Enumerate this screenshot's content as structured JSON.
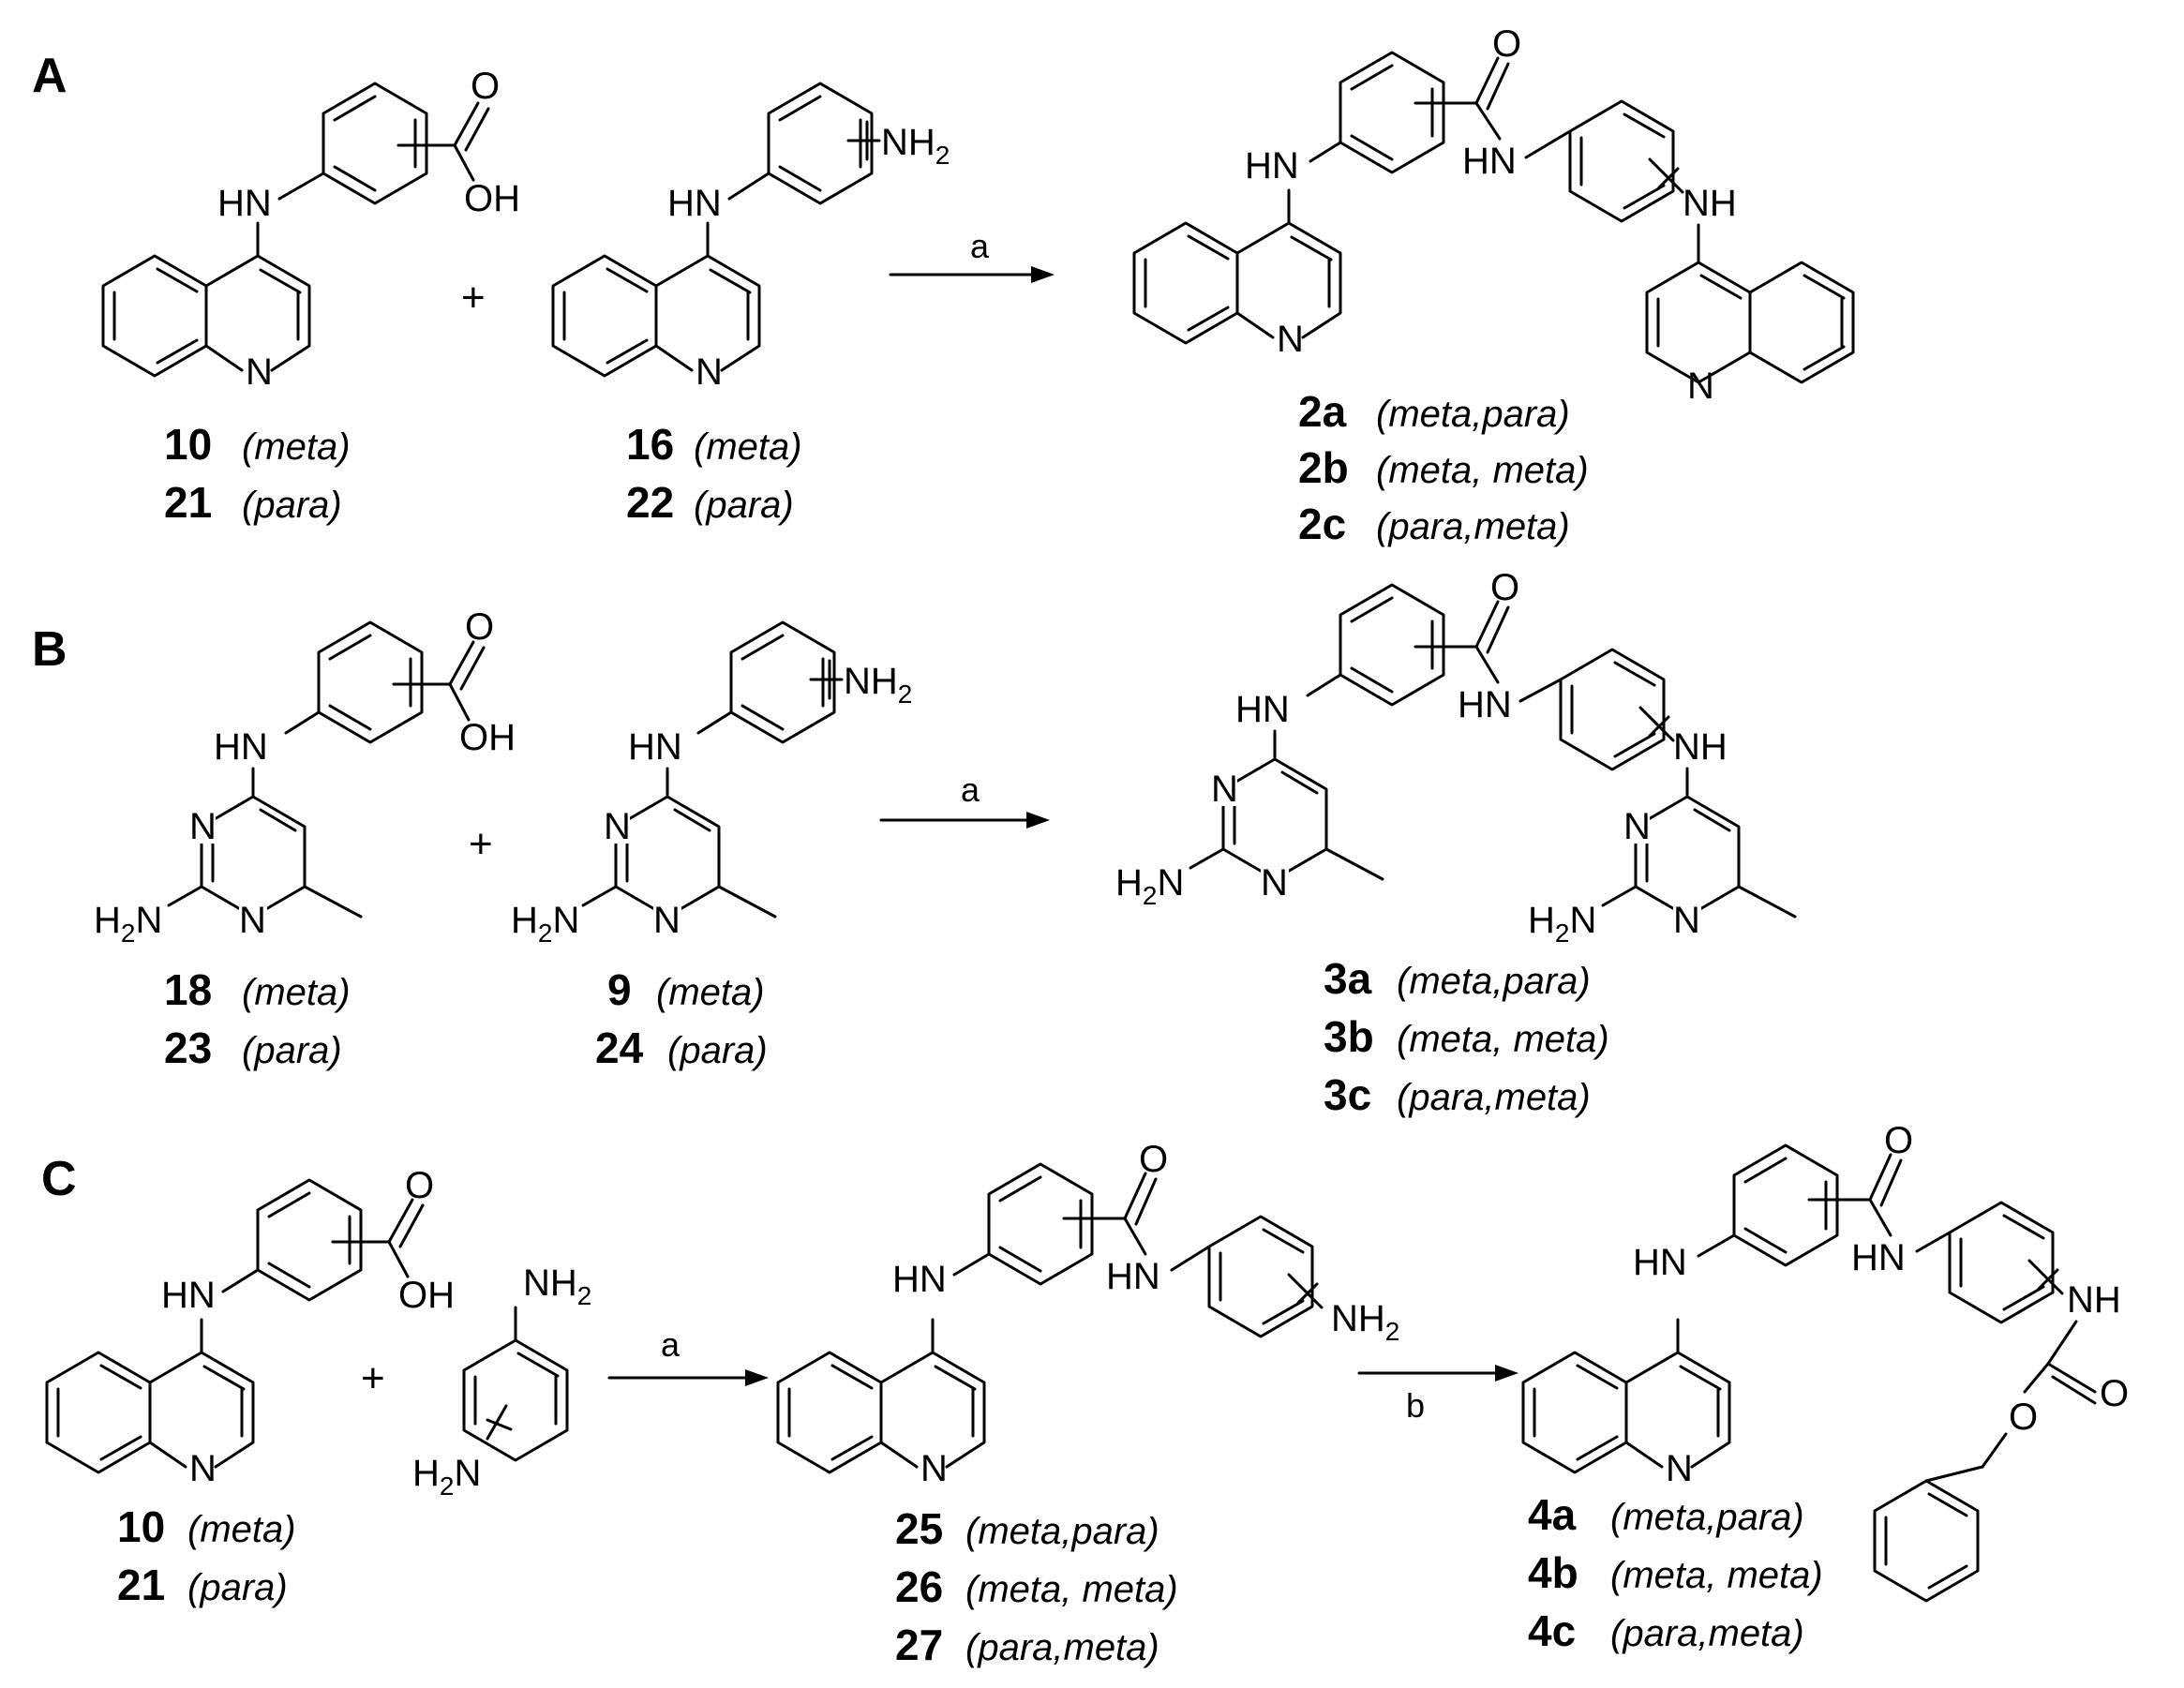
{
  "panels": [
    "A",
    "B",
    "C"
  ],
  "atoms": {
    "HN": "HN",
    "NH": "NH",
    "N": "N",
    "O": "O",
    "OH": "OH",
    "H": "H",
    "sub2": "2"
  },
  "plus": "+",
  "reagents": {
    "a": "a",
    "b": "b"
  },
  "labels": {
    "A": {
      "acid": [
        {
          "id": "10",
          "pos": "(meta)"
        },
        {
          "id": "21",
          "pos": "(para)"
        }
      ],
      "amine": [
        {
          "id": "16",
          "pos": "(meta)"
        },
        {
          "id": "22",
          "pos": "(para)"
        }
      ],
      "product": [
        {
          "id": "2a",
          "pos": "(meta,para)"
        },
        {
          "id": "2b",
          "pos": "(meta, meta)"
        },
        {
          "id": "2c",
          "pos": "(para,meta)"
        }
      ]
    },
    "B": {
      "acid": [
        {
          "id": "18",
          "pos": "(meta)"
        },
        {
          "id": "23",
          "pos": "(para)"
        }
      ],
      "amine": [
        {
          "id": "9",
          "pos": "(meta)"
        },
        {
          "id": "24",
          "pos": "(para)"
        }
      ],
      "product": [
        {
          "id": "3a",
          "pos": "(meta,para)"
        },
        {
          "id": "3b",
          "pos": "(meta, meta)"
        },
        {
          "id": "3c",
          "pos": "(para,meta)"
        }
      ]
    },
    "C": {
      "acid": [
        {
          "id": "10",
          "pos": "(meta)"
        },
        {
          "id": "21",
          "pos": "(para)"
        }
      ],
      "inter": [
        {
          "id": "25",
          "pos": "(meta,para)"
        },
        {
          "id": "26",
          "pos": "(meta, meta)"
        },
        {
          "id": "27",
          "pos": "(para,meta)"
        }
      ],
      "product": [
        {
          "id": "4a",
          "pos": "(meta,para)"
        },
        {
          "id": "4b",
          "pos": "(meta, meta)"
        },
        {
          "id": "4c",
          "pos": "(para,meta)"
        }
      ]
    }
  }
}
